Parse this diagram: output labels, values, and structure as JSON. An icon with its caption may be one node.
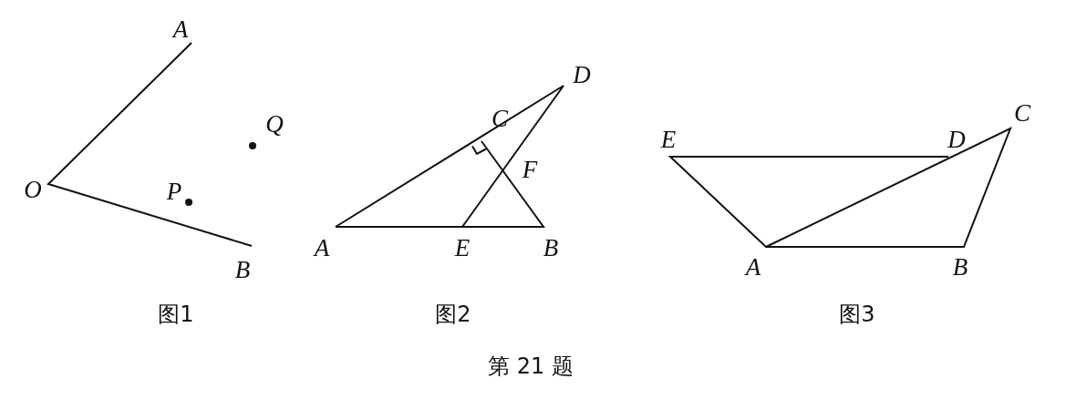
{
  "diagram": {
    "caption": "第 21 题",
    "labels": [
      "A",
      "Q",
      "O",
      "P",
      "B",
      "图1",
      "D",
      "C",
      "F",
      "A",
      "E",
      "B",
      "图2",
      "C",
      "E",
      "D",
      "A",
      "B",
      "图3"
    ]
  }
}
